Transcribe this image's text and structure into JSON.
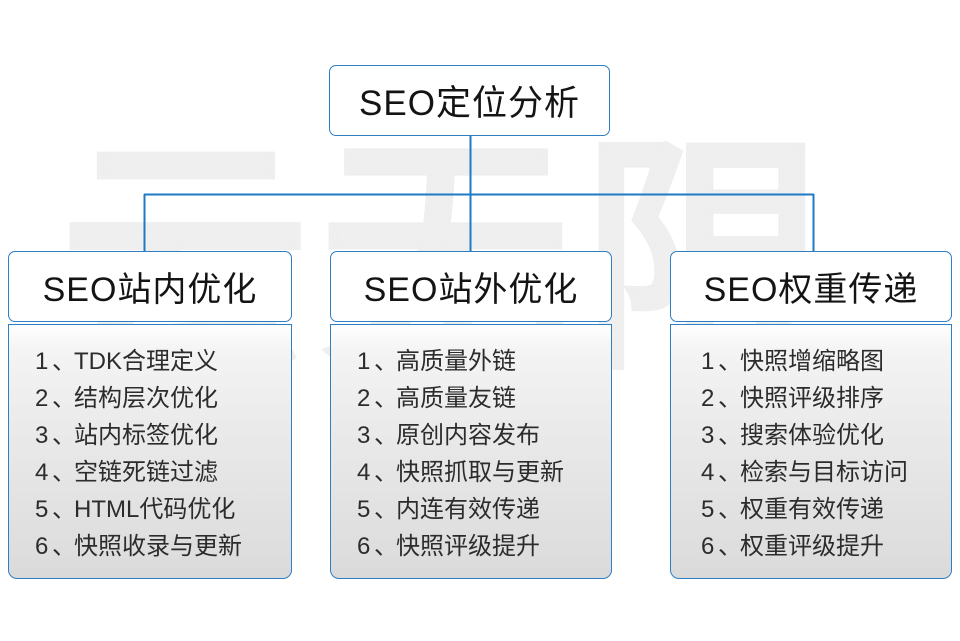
{
  "watermark": {
    "text": "云无限"
  },
  "diagram": {
    "type": "tree",
    "root": {
      "label": "SEO定位分析"
    },
    "separator": "、",
    "branches": [
      {
        "id": "on-site",
        "header": "SEO站内优化",
        "items": [
          {
            "index": "1",
            "text": "TDK合理定义"
          },
          {
            "index": "2",
            "text": "结构层次优化"
          },
          {
            "index": "3",
            "text": "站内标签优化"
          },
          {
            "index": "4",
            "text": "空链死链过滤"
          },
          {
            "index": "5",
            "text": "HTML代码优化"
          },
          {
            "index": "6",
            "text": "快照收录与更新"
          }
        ]
      },
      {
        "id": "off-site",
        "header": "SEO站外优化",
        "items": [
          {
            "index": "1",
            "text": "高质量外链"
          },
          {
            "index": "2",
            "text": "高质量友链"
          },
          {
            "index": "3",
            "text": "原创内容发布"
          },
          {
            "index": "4",
            "text": "快照抓取与更新"
          },
          {
            "index": "5",
            "text": "内连有效传递"
          },
          {
            "index": "6",
            "text": "快照评级提升"
          }
        ]
      },
      {
        "id": "weight-transfer",
        "header": "SEO权重传递",
        "items": [
          {
            "index": "1",
            "text": "快照增缩略图"
          },
          {
            "index": "2",
            "text": "快照评级排序"
          },
          {
            "index": "3",
            "text": "搜索体验优化"
          },
          {
            "index": "4",
            "text": "检索与目标访问"
          },
          {
            "index": "5",
            "text": "权重有效传递"
          },
          {
            "index": "6",
            "text": "权重评级提升"
          }
        ]
      }
    ]
  },
  "colors": {
    "border_blue": "#2e7ec4",
    "connector_blue": "#1f7ac4",
    "text_dark": "#141414",
    "item_text": "#2c2c2c",
    "watermark_gray": "#efefef",
    "panel_gradient_top": "#ffffff",
    "panel_gradient_bottom": "#d9d9d9",
    "background": "#ffffff"
  }
}
